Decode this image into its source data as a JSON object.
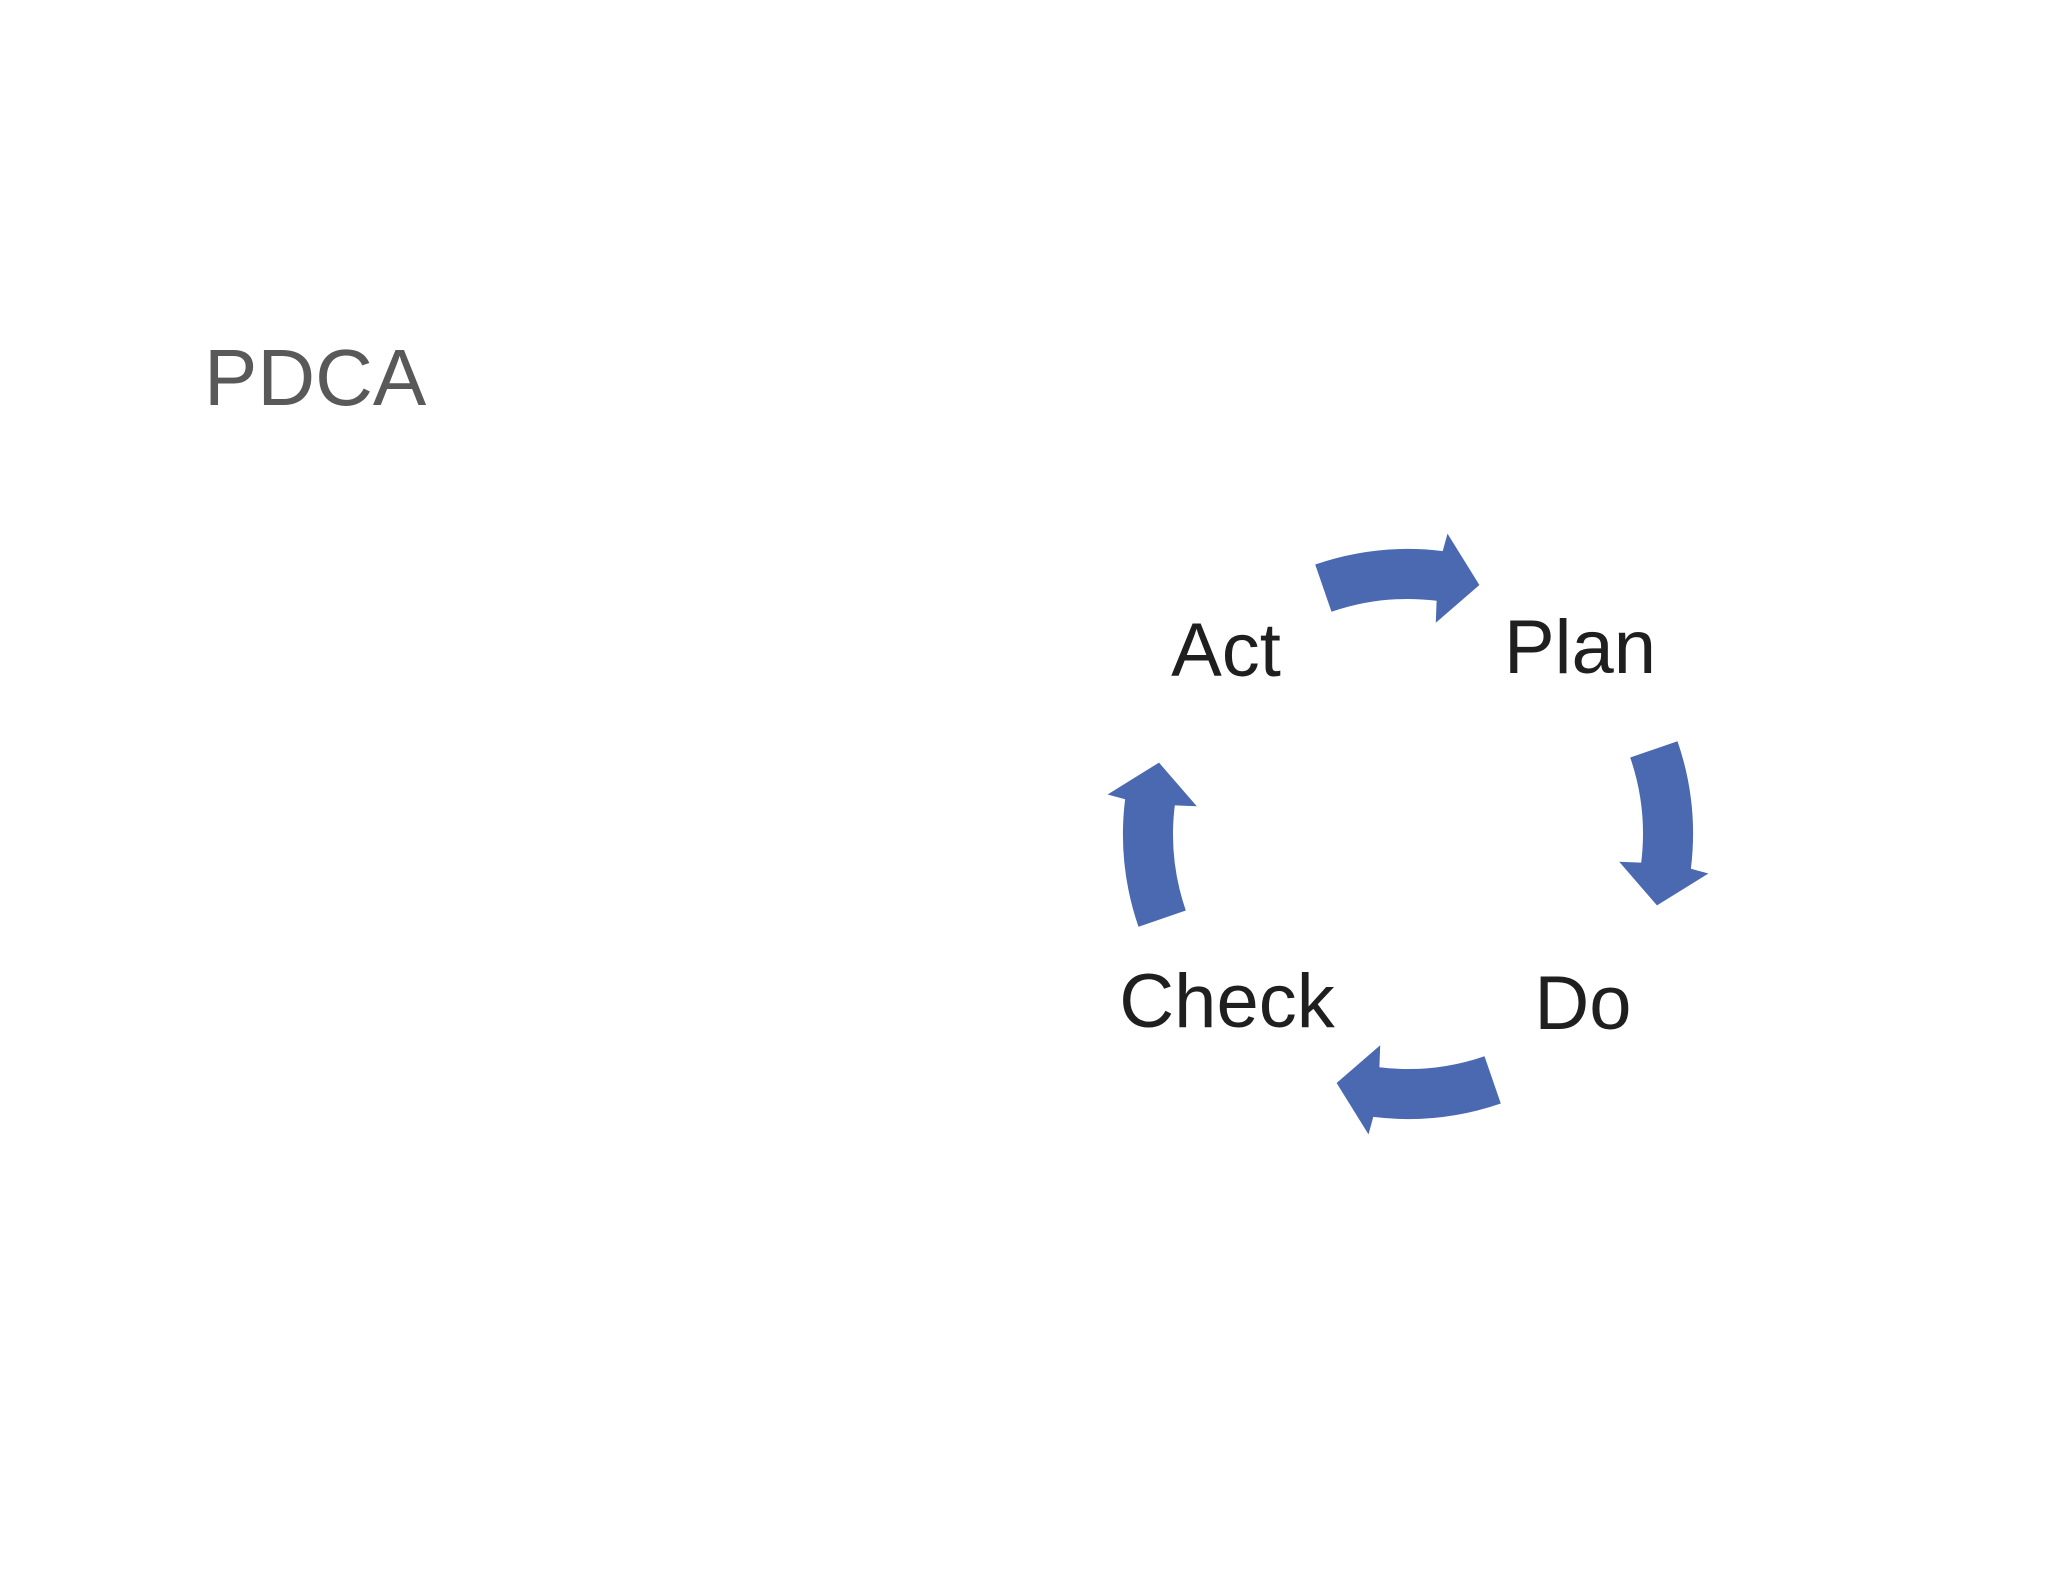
{
  "slide": {
    "title": "PDCA",
    "title_color": "#595959",
    "background_color": "#ffffff"
  },
  "diagram": {
    "type": "cycle",
    "name": "pdca-cycle",
    "label_color": "#1f1f1f",
    "arrow_color": "#4a69b1",
    "steps": [
      {
        "label": "Plan",
        "position": "top-right"
      },
      {
        "label": "Do",
        "position": "bottom-right"
      },
      {
        "label": "Check",
        "position": "bottom-left"
      },
      {
        "label": "Act",
        "position": "top-left"
      }
    ],
    "arrows": [
      {
        "name": "act-to-plan",
        "position": "top",
        "direction": "clockwise"
      },
      {
        "name": "plan-to-do",
        "position": "right",
        "direction": "clockwise"
      },
      {
        "name": "do-to-check",
        "position": "bottom",
        "direction": "clockwise"
      },
      {
        "name": "check-to-act",
        "position": "left",
        "direction": "clockwise"
      }
    ]
  }
}
